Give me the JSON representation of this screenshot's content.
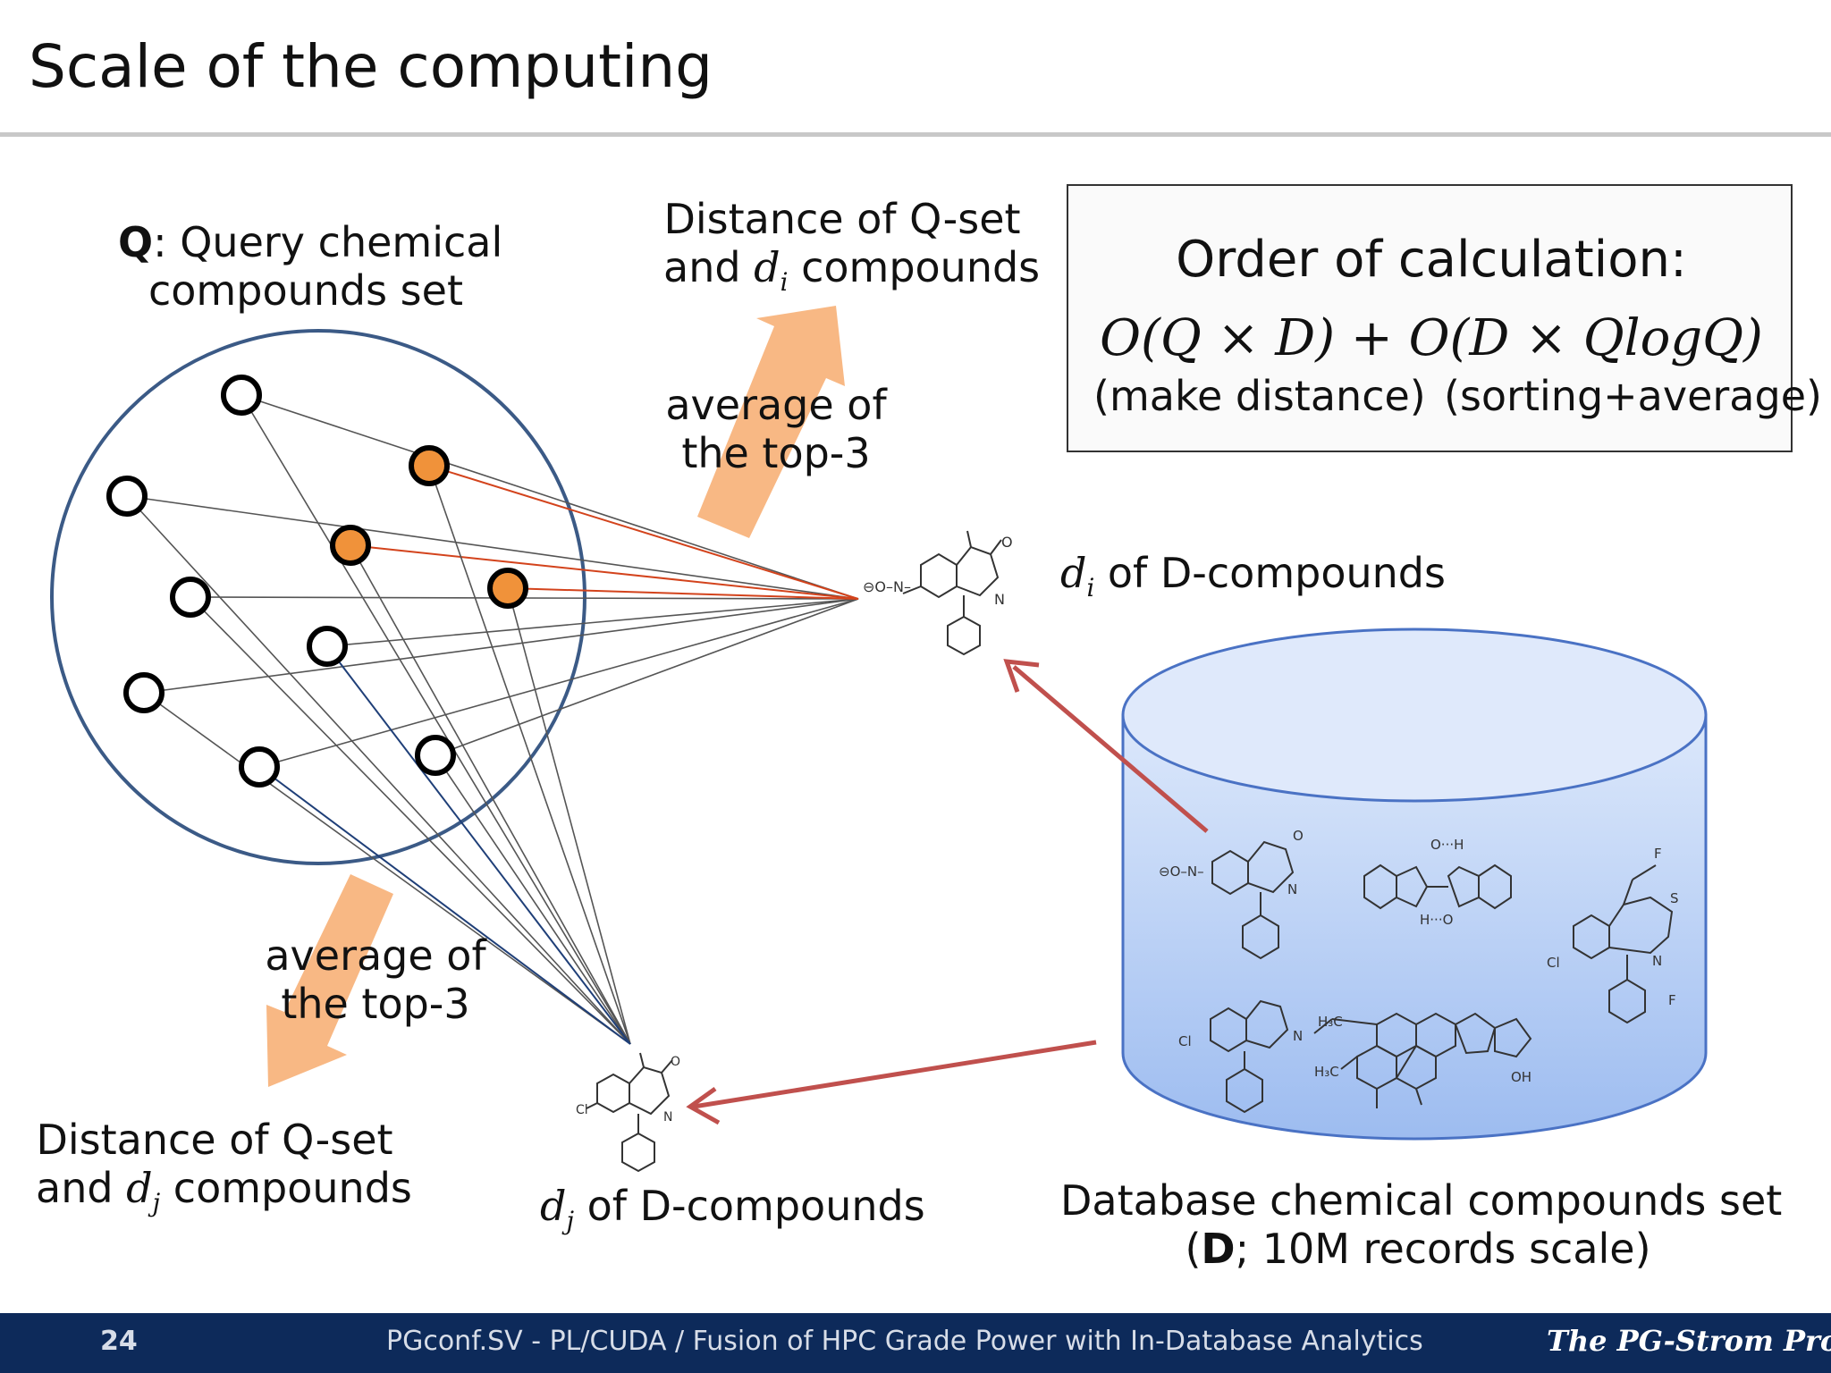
{
  "title": "Scale of the computing",
  "q_label": {
    "bold": "Q",
    "line1": ": Query chemical",
    "line2": "compounds set"
  },
  "top_distance": {
    "line1": "Distance of Q-set",
    "line2_pre": "and ",
    "sym": "d",
    "sub": "i",
    "line2_post": " compounds"
  },
  "top_average": {
    "line1": "average of",
    "line2": "the top-3"
  },
  "order": {
    "title": "Order of calculation:",
    "formula": "O(Q × D) + O(D × QlogQ)",
    "sub1": "(make distance)",
    "sub2": "(sorting+average)"
  },
  "di_label": {
    "sym": "d",
    "sub": "i",
    "text": " of D-compounds"
  },
  "bottom_average": {
    "line1": "average of",
    "line2": "the top-3"
  },
  "bottom_distance": {
    "line1": "Distance of Q-set",
    "line2_pre": "and ",
    "sym": "d",
    "sub": "j",
    "line2_post": " compounds"
  },
  "dj_label": {
    "sym": "d",
    "sub": "j",
    "text": " of D-compounds"
  },
  "database": {
    "line1": "Database chemical compounds set",
    "line2_open": "(",
    "line2_bold": "D",
    "line2_rest": "; 10M records scale)"
  },
  "footer": {
    "page": "24",
    "text": "PGconf.SV - PL/CUDA / Fusion of HPC Grade Power with In-Database Analytics",
    "brand": "The PG-Strom Project"
  },
  "colors": {
    "circle_border": "#3b5a86",
    "highlight_node": "#f0923a",
    "orange_line": "#d3431c",
    "arrow_fill": "#f7b27a",
    "red_arrow": "#c0504d",
    "cylinder_top": "#dfe9fb",
    "cylinder_body": "#a6c2f1",
    "footer_bg": "#0d2a5a"
  }
}
